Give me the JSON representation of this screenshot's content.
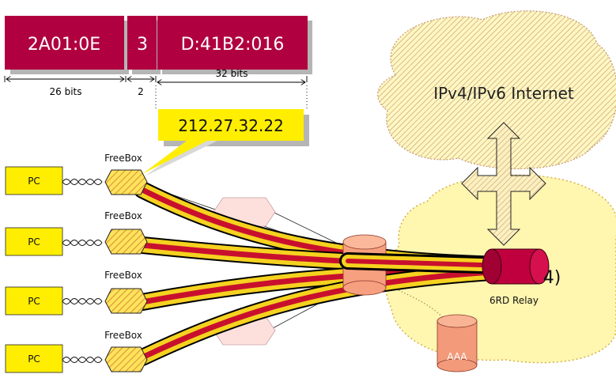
{
  "address_bar": {
    "prefix": "2A01:0E",
    "nibble": "3",
    "suffix": "D:41B2:016",
    "prefix_bits": "26 bits",
    "nibble_bits": "2",
    "suffix_bits": "32 bits"
  },
  "ipv4_address": "212.27.32.22",
  "internet_label": "IPv4/IPv6 Internet",
  "relay_label": "6RD Relay",
  "partial_label": "4)",
  "aaa_label": "AAA",
  "freebox_label": "FreeBox",
  "pc_label": "PC",
  "colors": {
    "header_red": "#b0003f",
    "callout_yellow": "#ffee00",
    "pc_yellow": "#ffee00",
    "cloud_fill": "#fff8b8",
    "cloud_hatch": "#c8a06a",
    "tube_yellow": "#f5d21f",
    "tube_red": "#c8102e",
    "relay_red": "#c0003e",
    "db_fill": "#f39a7a"
  }
}
